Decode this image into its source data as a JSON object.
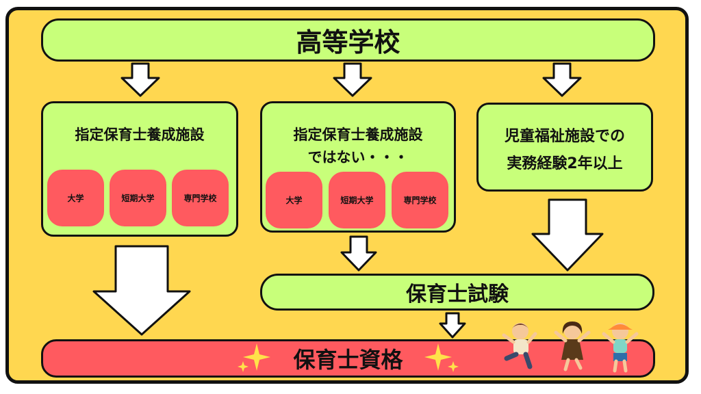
{
  "top": {
    "title": "高等学校"
  },
  "col1": {
    "title": "指定保育士養成施設",
    "chips": [
      "大学",
      "短期大学",
      "専門学校"
    ]
  },
  "col2": {
    "title_line1": "指定保育士養成施設",
    "title_line2": "ではない・・・",
    "chips": [
      "大学",
      "短期大学",
      "専門学校"
    ]
  },
  "col3": {
    "title_line1": "児童福祉施設での",
    "title_line2": "実務経験2年以上"
  },
  "exam": {
    "label": "保育士試験"
  },
  "result": {
    "label": "保育士資格"
  },
  "colors": {
    "background": "#ffd750",
    "box_green": "#c8ff7a",
    "box_red": "#ff5a5f",
    "outline": "#111111"
  }
}
